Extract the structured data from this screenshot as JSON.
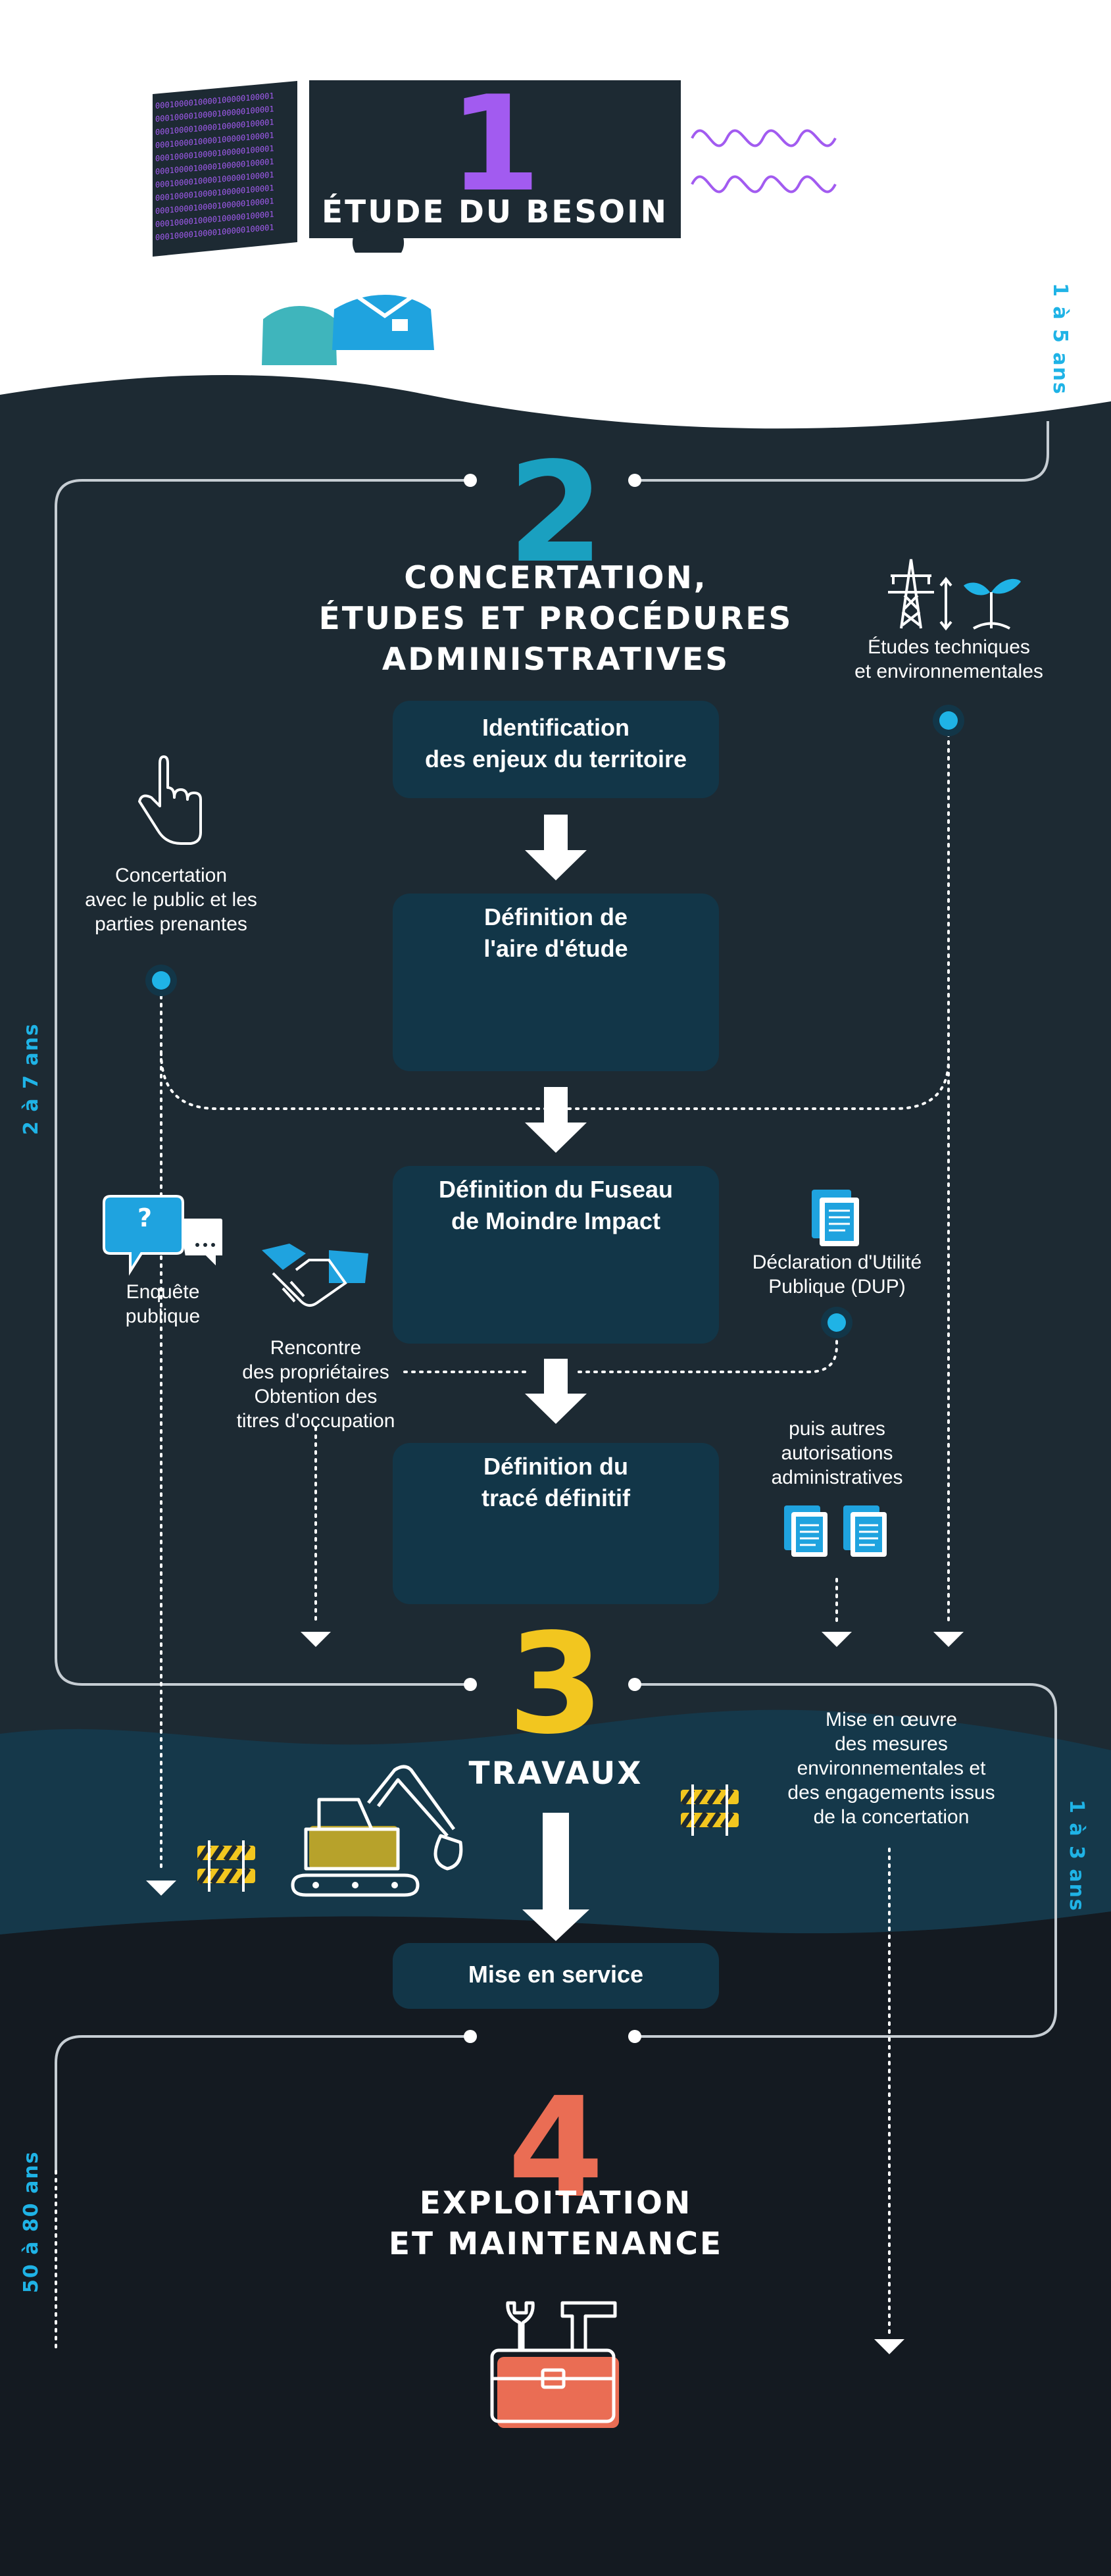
{
  "colors": {
    "navy": "#1d2a33",
    "dark": "#141a21",
    "teal_band": "#15384a",
    "box": "#123648",
    "cyan": "#1fb3e6",
    "purple": "#a25bf0",
    "teal_number": "#1aa0c0",
    "yellow": "#f2c61f",
    "coral": "#ea6d54"
  },
  "phase1": {
    "number": "1",
    "title": "ÉTUDE DU BESOIN"
  },
  "phase2": {
    "number": "2",
    "title_lines": [
      "CONCERTATION,",
      "ÉTUDES ET PROCÉDURES",
      "ADMINISTRATIVES"
    ]
  },
  "phase3": {
    "number": "3",
    "title": "TRAVAUX"
  },
  "phase4": {
    "number": "4",
    "title_lines": [
      "EXPLOITATION",
      "ET MAINTENANCE"
    ]
  },
  "durations": {
    "d1": "1 à 5 ans",
    "d2": "2 à 7 ans",
    "d3": "1 à 3 ans",
    "d4": "50 à 80 ans"
  },
  "boxes": [
    {
      "lines": [
        "Identification",
        "des enjeux du territoire"
      ]
    },
    {
      "lines": [
        "Définition de",
        "l'aire d'étude"
      ]
    },
    {
      "lines": [
        "Définition du Fuseau",
        "de Moindre Impact"
      ]
    },
    {
      "lines": [
        "Définition du",
        "tracé définitif"
      ]
    },
    {
      "lines": [
        "Mise en service"
      ]
    }
  ],
  "labels": {
    "etudes": [
      "Études techniques",
      "et environnementales"
    ],
    "concertation": [
      "Concertation",
      "avec le public et les",
      "parties prenantes"
    ],
    "enquete": [
      "Enquête",
      "publique"
    ],
    "rencontre": [
      "Rencontre",
      "des propriétaires",
      "Obtention des",
      "titres d'occupation"
    ],
    "dup": [
      "Déclaration d'Utilité",
      "Publique (DUP)"
    ],
    "autorisations": [
      "puis autres",
      "autorisations",
      "administratives"
    ],
    "mesures": [
      "Mise en œuvre",
      "des mesures",
      "environnementales et",
      "des engagements issus",
      "de la concertation"
    ]
  },
  "icons": [
    "binary-screen-icon",
    "wave-icon",
    "people-icon",
    "pylon-icon",
    "sprout-icon",
    "hand-pointer-icon",
    "speech-bubbles-icon",
    "handshake-icon",
    "document-icon",
    "documents-icon",
    "barrier-icon",
    "excavator-icon",
    "toolbox-icon"
  ],
  "binary_text": "0001000010000100000100001"
}
